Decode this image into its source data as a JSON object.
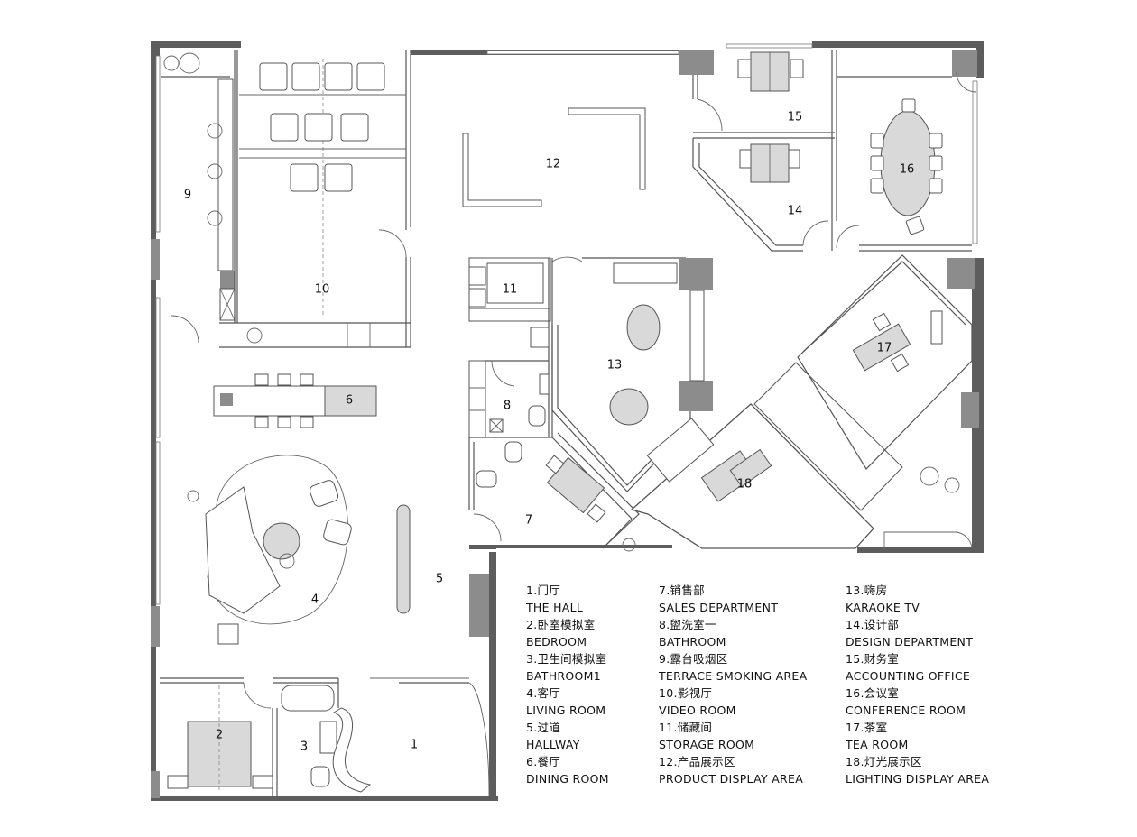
{
  "rooms": [
    {
      "num": "1"
    },
    {
      "num": "2"
    },
    {
      "num": "3"
    },
    {
      "num": "4"
    },
    {
      "num": "5"
    },
    {
      "num": "6"
    },
    {
      "num": "7"
    },
    {
      "num": "8"
    },
    {
      "num": "9"
    },
    {
      "num": "10"
    },
    {
      "num": "11"
    },
    {
      "num": "12"
    },
    {
      "num": "13"
    },
    {
      "num": "14"
    },
    {
      "num": "15"
    },
    {
      "num": "16"
    },
    {
      "num": "17"
    },
    {
      "num": "18"
    }
  ],
  "legend": {
    "col1": [
      {
        "cn": "1.门厅",
        "en": "THE HALL"
      },
      {
        "cn": "2.卧室模拟室",
        "en": "BEDROOM"
      },
      {
        "cn": "3.卫生间模拟室",
        "en": "BATHROOM1"
      },
      {
        "cn": "4.客厅",
        "en": "LIVING ROOM"
      },
      {
        "cn": "5.过道",
        "en": "HALLWAY"
      },
      {
        "cn": "6.餐厅",
        "en": "DINING ROOM"
      }
    ],
    "col2": [
      {
        "cn": "7.销售部",
        "en": "SALES DEPARTMENT"
      },
      {
        "cn": "8.盥洗室一",
        "en": "BATHROOM"
      },
      {
        "cn": "9.露台吸烟区",
        "en": "TERRACE SMOKING AREA"
      },
      {
        "cn": "10.影视厅",
        "en": "VIDEO ROOM"
      },
      {
        "cn": "11.储藏间",
        "en": "STORAGE ROOM"
      },
      {
        "cn": "12.产品展示区",
        "en": "PRODUCT DISPLAY AREA"
      }
    ],
    "col3": [
      {
        "cn": "13.嗨房",
        "en": "KARAOKE TV"
      },
      {
        "cn": "14.设计部",
        "en": "DESIGN DEPARTMENT"
      },
      {
        "cn": "15.财务室",
        "en": "ACCOUNTING OFFICE"
      },
      {
        "cn": "16.会议室",
        "en": "CONFERENCE ROOM"
      },
      {
        "cn": "17.茶室",
        "en": "TEA ROOM"
      },
      {
        "cn": "18.灯光展示区",
        "en": "LIGHTING DISPLAY AREA"
      }
    ]
  }
}
